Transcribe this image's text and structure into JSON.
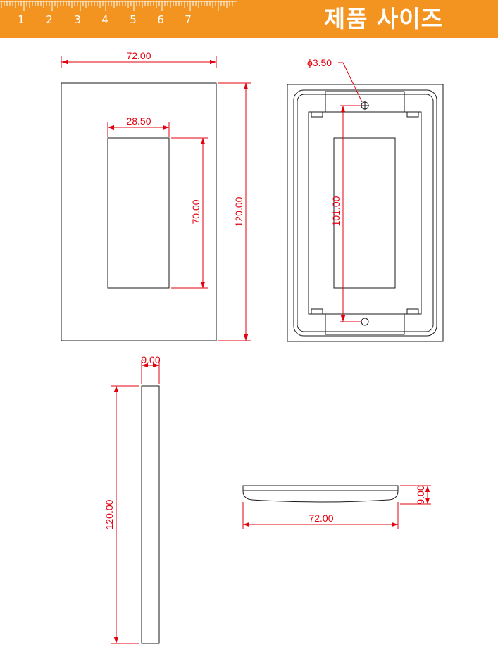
{
  "header": {
    "title": "제품 사이즈",
    "ruler_numbers": [
      "1",
      "2",
      "3",
      "4",
      "5",
      "6",
      "7"
    ],
    "background_color": "#f39421"
  },
  "drawings": {
    "front_view": {
      "width_label": "72.00",
      "window_width_label": "28.50",
      "window_height_label": "70.00",
      "height_label": "120.00"
    },
    "back_view": {
      "hole_diameter_label": "ϕ3.50",
      "hole_spacing_label": "101.00"
    },
    "side_view": {
      "thickness_label": "9.00",
      "height_label": "120.00"
    },
    "bottom_view": {
      "thickness_label": "9.00",
      "width_label": "72.00"
    }
  },
  "colors": {
    "dimension": "#e3000f",
    "outline": "#1a1a1a"
  }
}
